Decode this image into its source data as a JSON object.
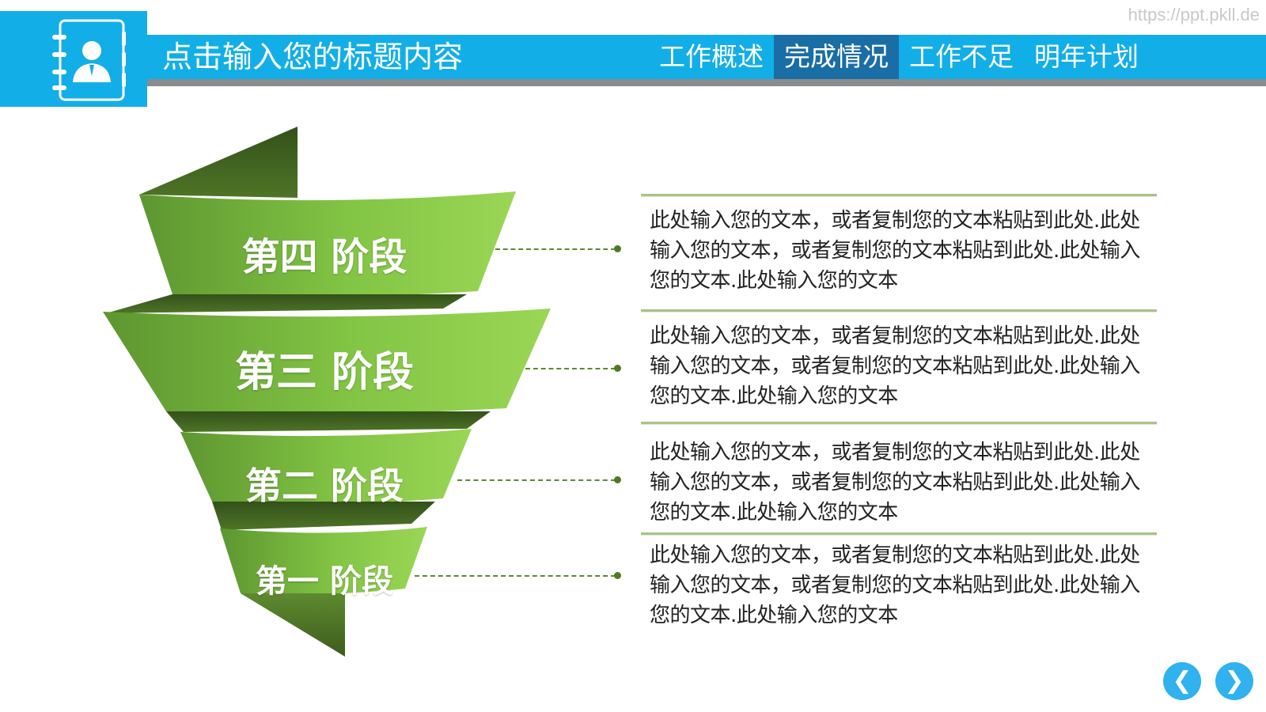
{
  "watermark": "https://ppt.pkll.de",
  "header": {
    "title": "点击输入您的标题内容",
    "logo_icon": "contact-book-icon",
    "nav": [
      {
        "label": "工作概述",
        "active": false
      },
      {
        "label": "完成情况",
        "active": true
      },
      {
        "label": "工作不足",
        "active": false
      },
      {
        "label": "明年计划",
        "active": false
      }
    ]
  },
  "stages": [
    {
      "label": "第四 阶段",
      "text": "此处输入您的文本，或者复制您的文本粘贴到此处.此处输入您的文本，或者复制您的文本粘贴到此处.此处输入您的文本.此处输入您的文本"
    },
    {
      "label": "第三 阶段",
      "text": "此处输入您的文本，或者复制您的文本粘贴到此处.此处输入您的文本，或者复制您的文本粘贴到此处.此处输入您的文本.此处输入您的文本"
    },
    {
      "label": "第二 阶段",
      "text": "此处输入您的文本，或者复制您的文本粘贴到此处.此处输入您的文本，或者复制您的文本粘贴到此处.此处输入您的文本.此处输入您的文本"
    },
    {
      "label": "第一 阶段",
      "text": "此处输入您的文本，或者复制您的文本粘贴到此处.此处输入您的文本，或者复制您的文本粘贴到此处.此处输入您的文本.此处输入您的文本"
    }
  ],
  "pager": {
    "prev_icon": "chevron-left-icon",
    "next_icon": "chevron-right-icon"
  },
  "colors": {
    "accent": "#12aee8",
    "nav_active": "#1a6ea6",
    "stage_green": "#7fc241",
    "stage_dark": "#3f5e1f"
  }
}
